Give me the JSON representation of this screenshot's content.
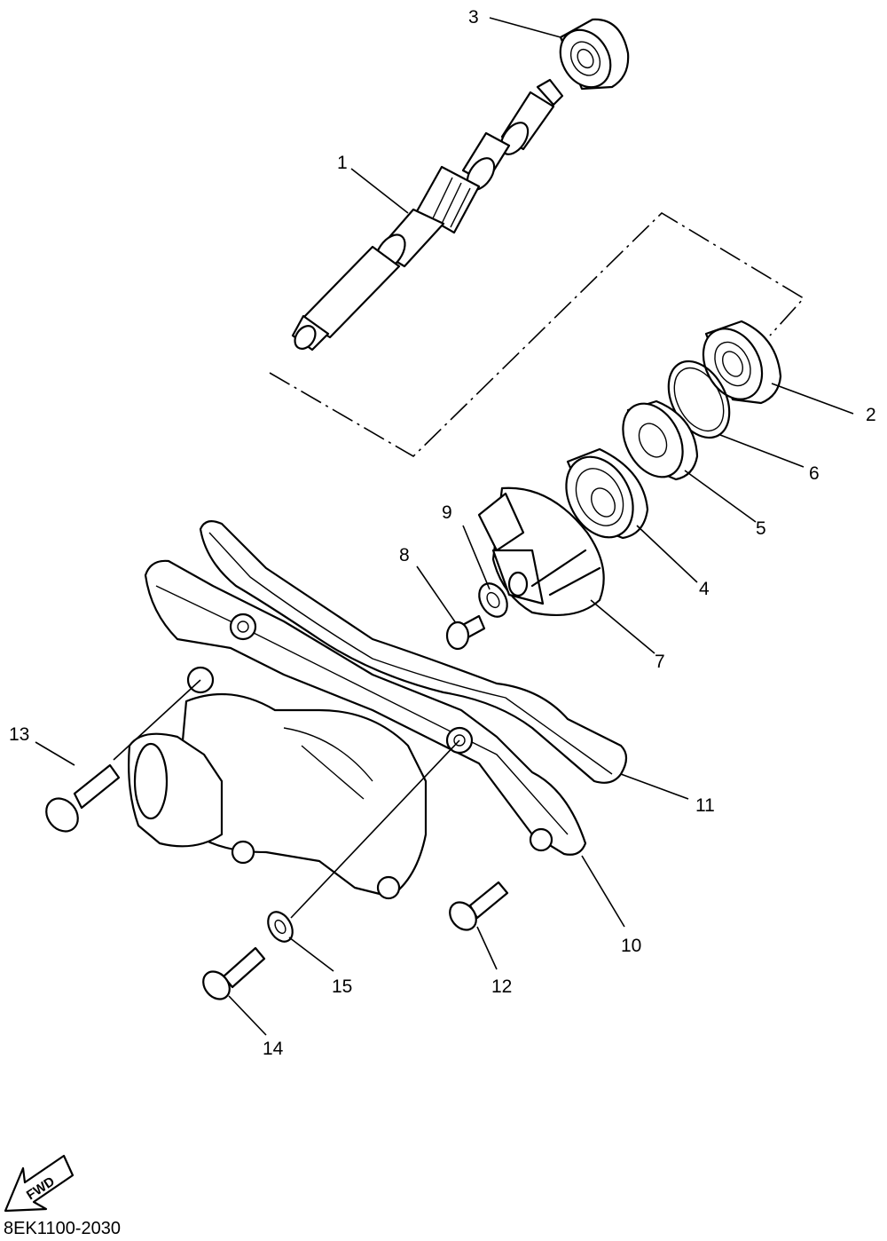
{
  "diagram_code": "8EK1100-2030",
  "direction_label": "FWD",
  "callouts": [
    {
      "id": "1",
      "label": "1"
    },
    {
      "id": "2",
      "label": "2"
    },
    {
      "id": "3",
      "label": "3"
    },
    {
      "id": "4",
      "label": "4"
    },
    {
      "id": "5",
      "label": "5"
    },
    {
      "id": "6",
      "label": "6"
    },
    {
      "id": "7",
      "label": "7"
    },
    {
      "id": "8",
      "label": "8"
    },
    {
      "id": "9",
      "label": "9"
    },
    {
      "id": "10",
      "label": "10"
    },
    {
      "id": "11",
      "label": "11"
    },
    {
      "id": "12",
      "label": "12"
    },
    {
      "id": "13",
      "label": "13"
    },
    {
      "id": "14",
      "label": "14"
    },
    {
      "id": "15",
      "label": "15"
    }
  ]
}
